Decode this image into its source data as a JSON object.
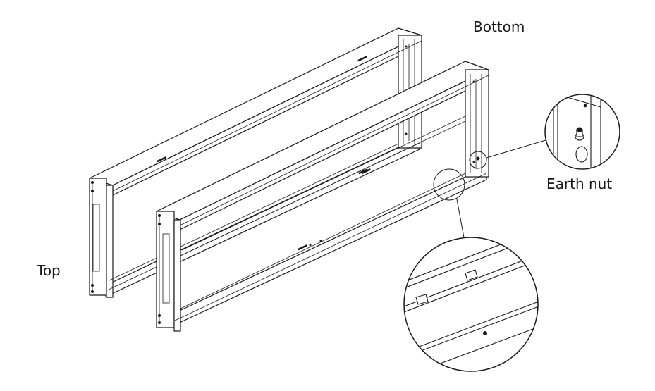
{
  "labels": {
    "bottom": "Bottom",
    "top": "Top",
    "earth_nut": "Earth nut"
  },
  "colors": {
    "line": "#1a1a1a",
    "fill": "#ffffff",
    "shade": "#e9e9e9"
  },
  "icons": {
    "earth_nut": "earth-nut-icon",
    "bracket_slot": "bracket-slot-icon"
  }
}
